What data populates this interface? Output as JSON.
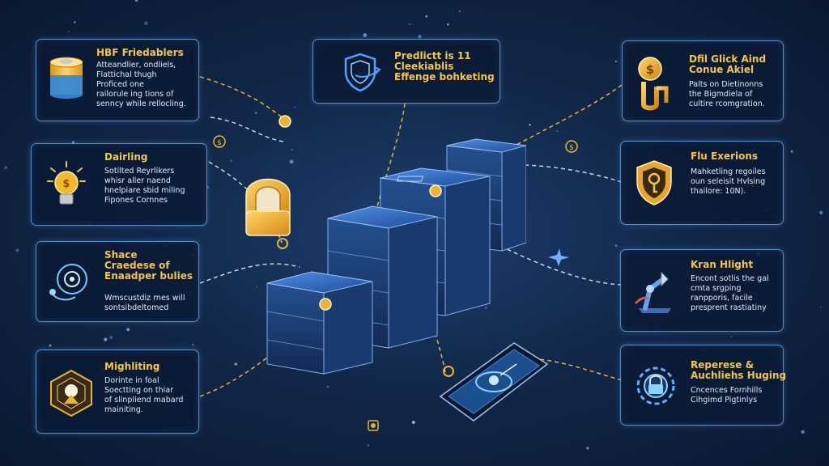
{
  "colors": {
    "background": "#12284a",
    "card_border": "#5d8fc4",
    "title": "#f3c64a",
    "body_text": "#e3ebf6",
    "accent_gold": "#e8b43a",
    "accent_blue": "#3d7fd6",
    "block_blue": "#2f66b8"
  },
  "cards": [
    {
      "id": "top-left",
      "icon": "battery-icon",
      "title": [
        "HBF Friedablers"
      ],
      "body": [
        "Atteandlier, ondliels,",
        "Flattichal thugh",
        "Proficed one",
        "railorule ing tions of",
        "senncy while rellocling."
      ]
    },
    {
      "id": "mid-left",
      "icon": "lightbulb-icon",
      "title": [
        "Dairling"
      ],
      "body": [
        "Sotilted Reyrlikers",
        "whisr aller naend",
        "hnelpiare sbid miling",
        "Fipones Cornnes"
      ]
    },
    {
      "id": "lower-left",
      "icon": "stethoscope-icon",
      "title": [
        "Shace",
        "Craedese of",
        "Enaadper bulies"
      ],
      "body": [
        "Wmscustdiz rnes will",
        "sontsibdeltomed"
      ]
    },
    {
      "id": "bottom-left",
      "icon": "hexagon-badge-icon",
      "title": [
        "Mighliting"
      ],
      "body": [
        "Dorinte in foal",
        "Soectting on thiar",
        "of slinpliend mabard",
        "mainiting."
      ]
    },
    {
      "id": "top-center",
      "icon": "shield-icon",
      "title": [
        "Predlictt is 11",
        "Cleekiablis",
        "Effenge bohketing"
      ],
      "body": []
    },
    {
      "id": "top-right",
      "icon": "gold-lock-icon",
      "title": [
        "Dfil Glick Aind",
        "Conue Akiel"
      ],
      "body": [
        "Palts on Dietinonns",
        "the Bigmdiela of",
        "cultire rcomgration."
      ]
    },
    {
      "id": "mid-right",
      "icon": "shield-keyhole-icon",
      "title": [
        "Flu Exerions"
      ],
      "body": [
        "Mahketling regoiles",
        "oun seleisit Hvlsing",
        "thailore: 10N)."
      ]
    },
    {
      "id": "lower-right",
      "icon": "robot-arm-icon",
      "title": [
        "Kran Hlight"
      ],
      "body": [
        "Encont sotlis the gal",
        "cmta srgping",
        "ranpporis, facile",
        "presprent rastiatiny"
      ]
    },
    {
      "id": "bottom-right",
      "icon": "gear-lock-icon",
      "title": [
        "Reperese &",
        "Auchliehs Huging"
      ],
      "body": [
        "Cncences Fornhills",
        "Cihgimd Pigtinlys"
      ]
    }
  ]
}
